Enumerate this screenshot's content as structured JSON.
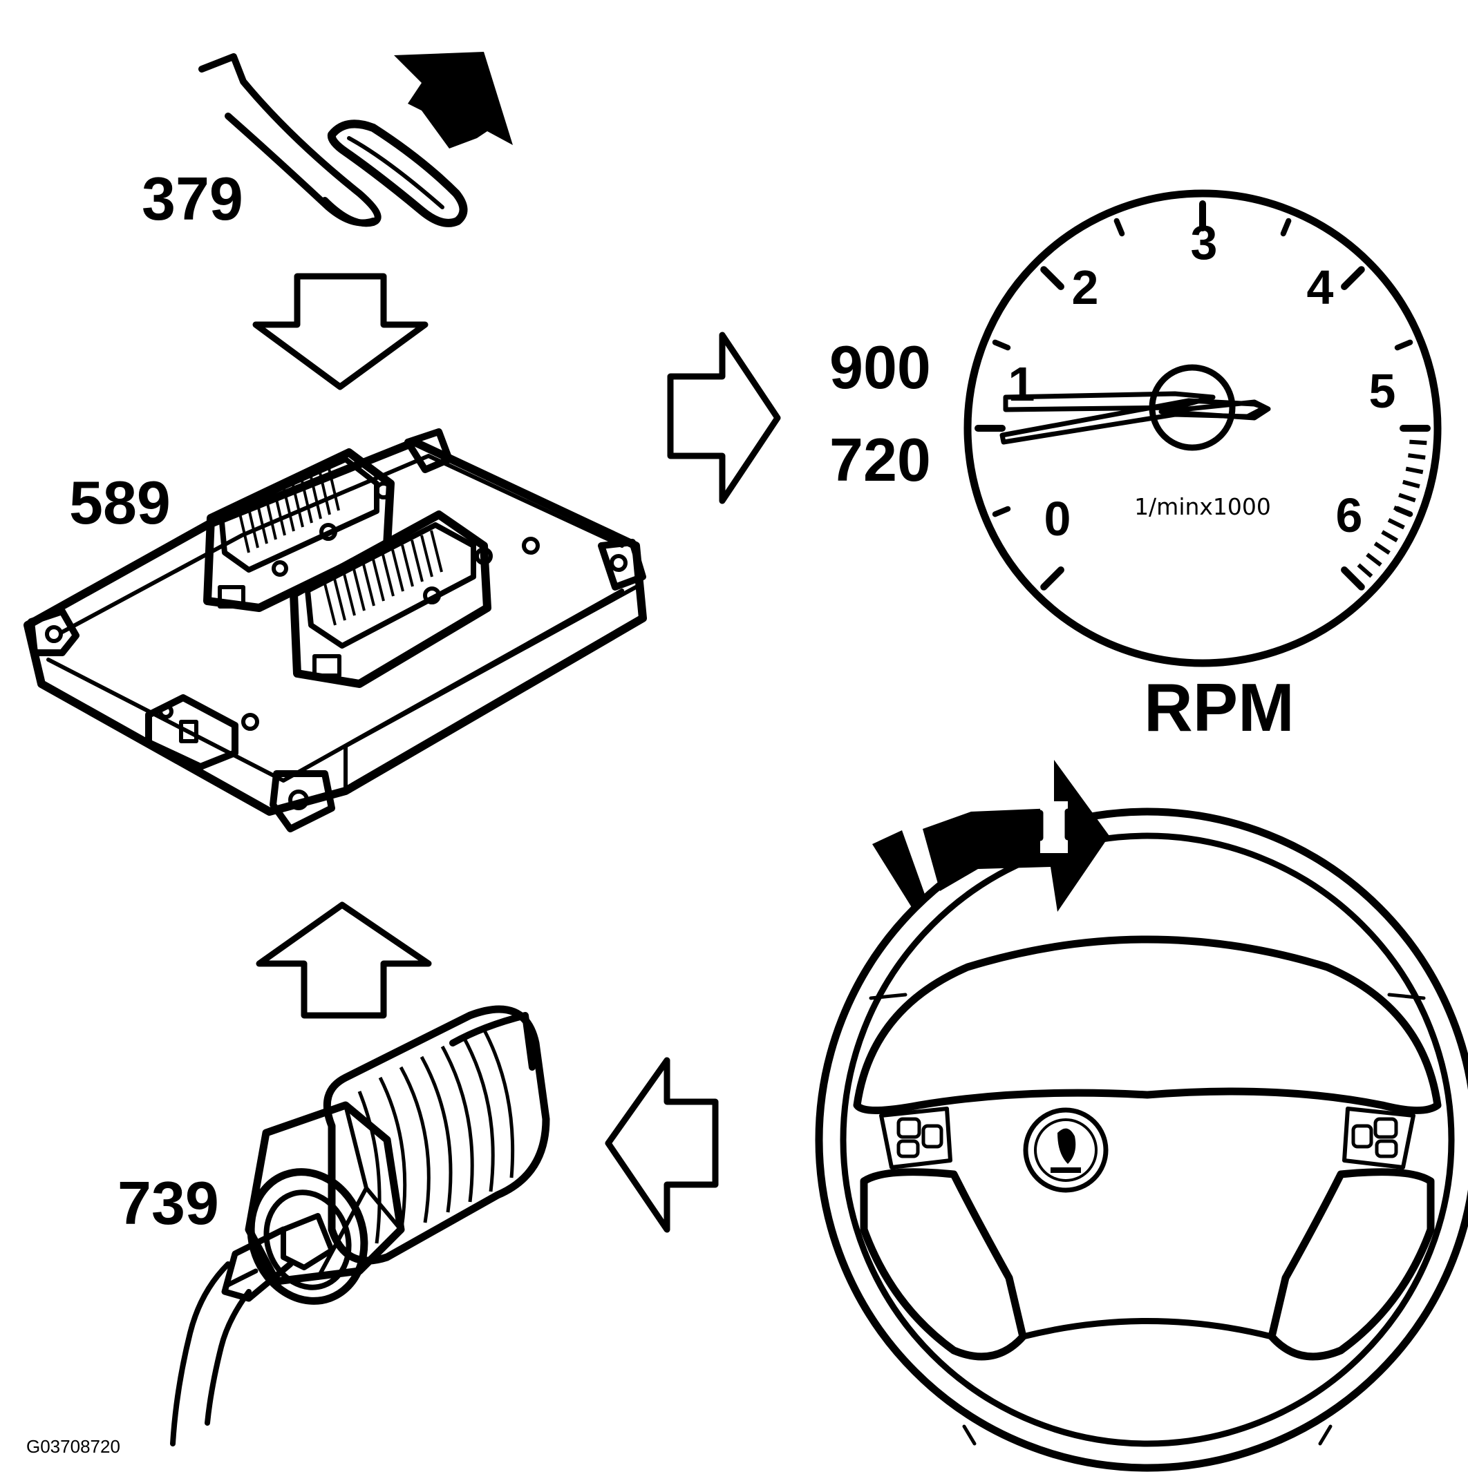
{
  "labels": {
    "pedal": "379",
    "ecu": "589",
    "sensor": "739",
    "rpm_high": "900",
    "rpm_low": "720",
    "rpm_title": "RPM",
    "figure_id": "G03708720"
  },
  "tachometer": {
    "ticks": [
      "0",
      "1",
      "2",
      "3",
      "4",
      "5",
      "6"
    ],
    "unit": "1/minx1000"
  },
  "colors": {
    "ink": "#000000",
    "paper": "#ffffff"
  },
  "icons": [
    "accelerator-pedal-icon",
    "engine-control-module-icon",
    "tachometer-icon",
    "steering-wheel-icon",
    "speed-sensor-icon"
  ]
}
